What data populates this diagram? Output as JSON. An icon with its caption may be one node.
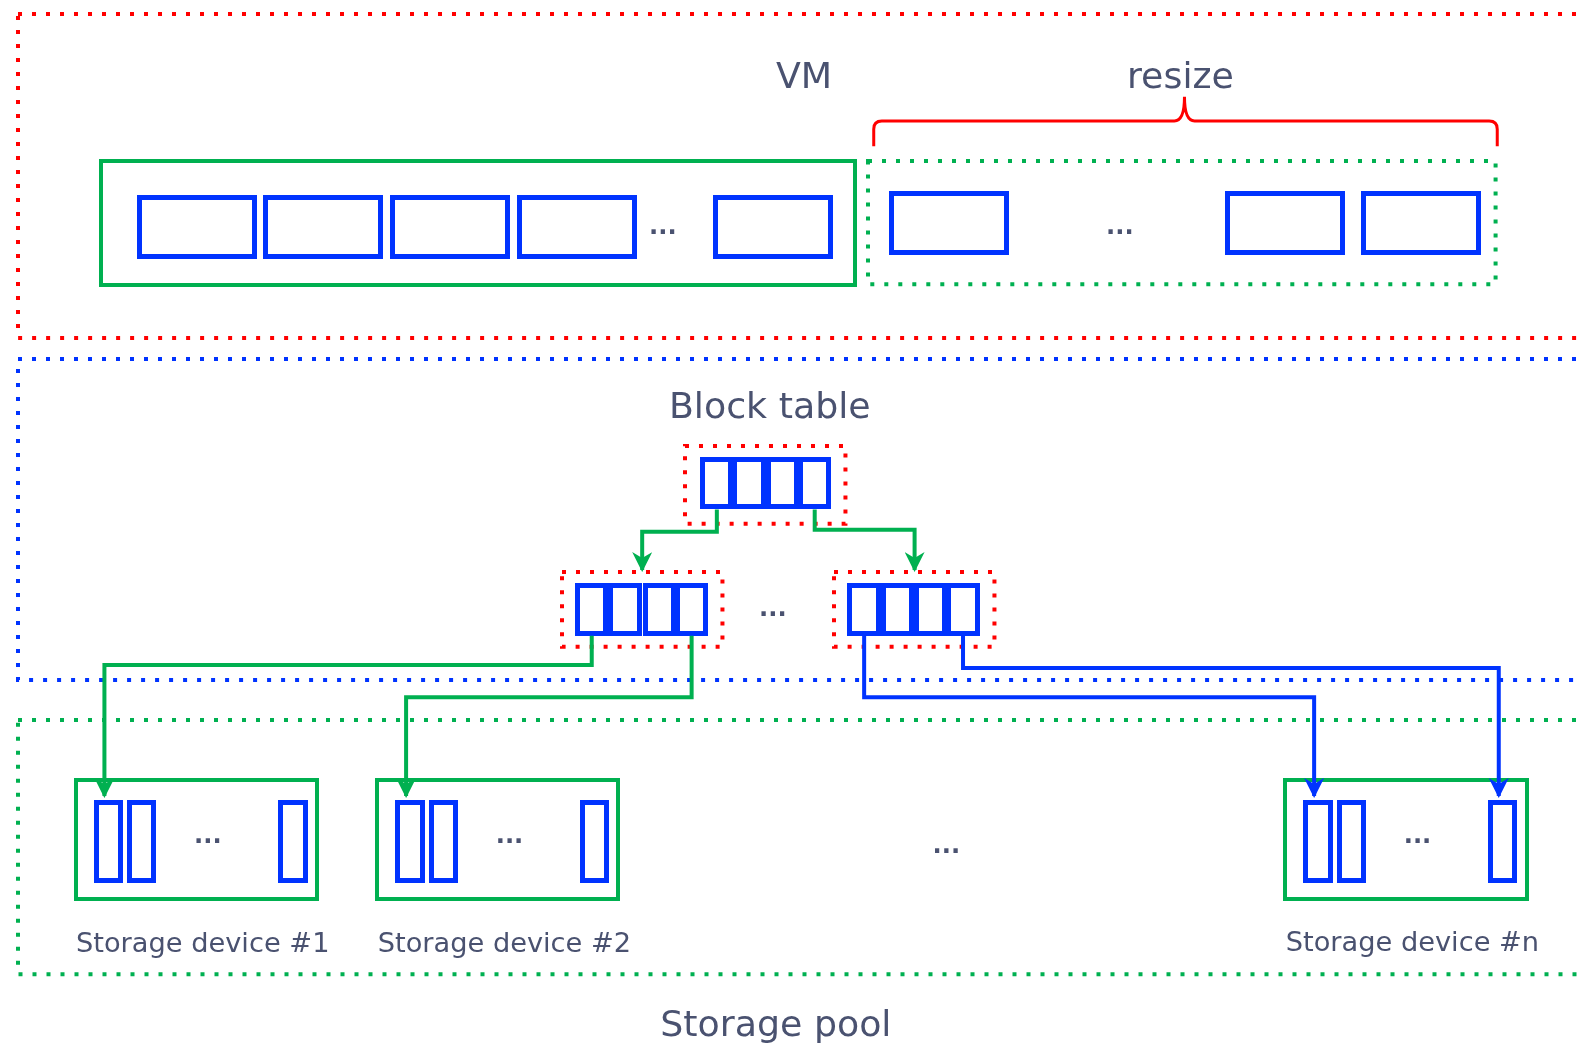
{
  "diagram": {
    "nodes": [
      {
        "text": [
          "VM"
        ]
      },
      {
        "text": [],
        "shape": "box",
        "in": 0
      },
      {
        "text": [],
        "shape": "box",
        "in": 1
      },
      {
        "text": [],
        "shape": "box",
        "in": 1
      },
      {
        "text": [],
        "shape": "box",
        "in": 1
      },
      {
        "text": [],
        "shape": "box",
        "in": 1
      },
      {
        "text": [],
        "shape": "box",
        "in": 1
      },
      {
        "text": [],
        "shape": "box",
        "in": 0
      },
      {
        "text": [],
        "shape": "box",
        "in": 7
      },
      {
        "text": [],
        "shape": "box",
        "in": 7
      },
      {
        "text": [],
        "shape": "box",
        "in": 7
      },
      {
        "text": [
          "Block table"
        ]
      },
      {
        "text": [],
        "shape": "box",
        "in": 11
      },
      {
        "text": [],
        "shape": "box",
        "in": 12
      },
      {
        "text": [],
        "shape": "box",
        "in": 12
      },
      {
        "text": [],
        "shape": "box",
        "in": 12
      },
      {
        "text": [],
        "shape": "box",
        "in": 12
      },
      {
        "text": [],
        "shape": "box",
        "in": 11
      },
      {
        "text": [],
        "shape": "box",
        "in": 17
      },
      {
        "text": [],
        "shape": "box",
        "in": 17
      },
      {
        "text": [],
        "shape": "box",
        "in": 17
      },
      {
        "text": [],
        "shape": "box",
        "in": 17
      },
      {
        "text": [],
        "shape": "box",
        "in": 11
      },
      {
        "text": [],
        "shape": "box",
        "in": 22
      },
      {
        "text": [],
        "shape": "box",
        "in": 22
      },
      {
        "text": [],
        "shape": "box",
        "in": 22
      },
      {
        "text": [],
        "shape": "box",
        "in": 22
      },
      {
        "text": [
          "Storage pool"
        ]
      },
      {
        "text": [
          "Storage device #1"
        ],
        "in": 27
      },
      {
        "text": [],
        "shape": "box",
        "in": 28
      },
      {
        "text": [],
        "shape": "box",
        "in": 28
      },
      {
        "text": [],
        "shape": "box",
        "in": 28
      },
      {
        "text": [
          "Storage device #2"
        ],
        "in": 27
      },
      {
        "text": [],
        "shape": "box",
        "in": 32
      },
      {
        "text": [],
        "shape": "box",
        "in": 32
      },
      {
        "text": [],
        "shape": "box",
        "in": 32
      },
      {
        "text": [
          "Storage device #n"
        ],
        "in": 27
      },
      {
        "text": [],
        "shape": "box",
        "in": 36
      },
      {
        "text": [],
        "shape": "box",
        "in": 36
      },
      {
        "text": [],
        "shape": "box",
        "in": 36
      }
    ],
    "edges": [
      {
        "from": 13,
        "to": 17,
        "arrow": "to"
      },
      {
        "from": 16,
        "to": 22,
        "arrow": "to"
      },
      {
        "from": 18,
        "to": 29,
        "arrow": "to"
      },
      {
        "from": 21,
        "to": 33,
        "arrow": "to"
      },
      {
        "from": 23,
        "to": 37,
        "arrow": "to",
        "color": "#0033ff"
      },
      {
        "from": 26,
        "to": 39,
        "arrow": "to",
        "color": "#0033ff"
      }
    ],
    "labels": [
      "resize",
      "...",
      "...",
      "...",
      "...",
      "...",
      "...",
      "..."
    ]
  }
}
